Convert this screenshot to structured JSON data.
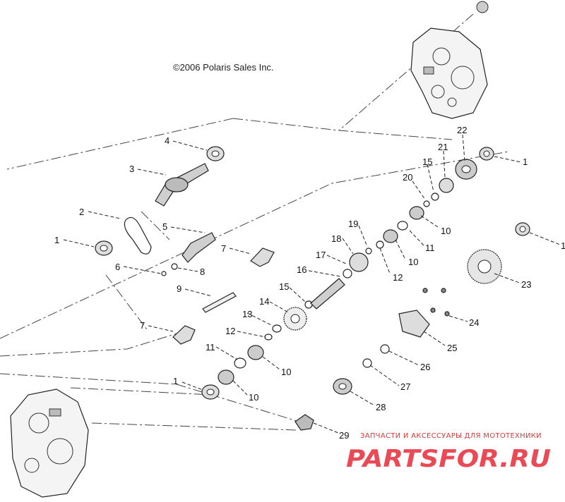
{
  "copyright": "©2006 Polaris Sales Inc.",
  "watermark": {
    "tagline": "ЗАПЧАСТИ И АКСЕССУАРЫ ДЛЯ МОТОТЕХНИКИ",
    "logo": "PARTSFOR.RU"
  },
  "callouts": [
    "1",
    "2",
    "3",
    "4",
    "5",
    "6",
    "7",
    "8",
    "9",
    "10",
    "11",
    "12",
    "13",
    "14",
    "15",
    "16",
    "17",
    "18",
    "19",
    "20",
    "21",
    "22",
    "23",
    "24",
    "25",
    "26",
    "27",
    "28",
    "29"
  ],
  "colors": {
    "line": "#222222",
    "watermark": "#ea4a55",
    "background": "#ffffff"
  }
}
